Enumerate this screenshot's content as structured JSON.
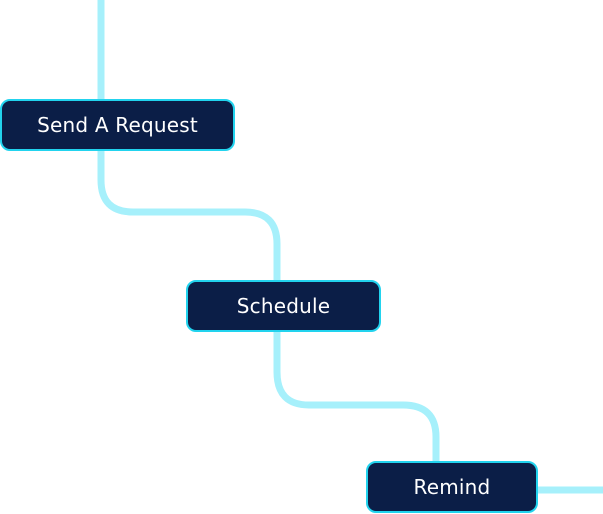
{
  "flow": {
    "steps": [
      {
        "label": "Send A Request"
      },
      {
        "label": "Schedule"
      },
      {
        "label": "Remind"
      }
    ]
  },
  "colors": {
    "connector": "#a6f0fb",
    "pill_background": "#0b1e47",
    "pill_border": "#22d3ee",
    "pill_text": "#ffffff"
  }
}
